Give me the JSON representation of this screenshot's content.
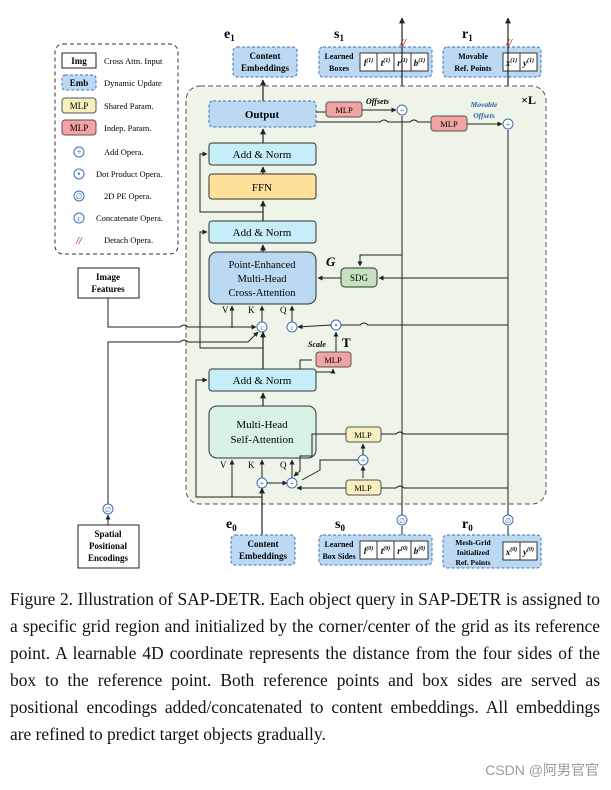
{
  "legend": {
    "items": [
      {
        "sym": "Img",
        "label": "Cross Attn. Input"
      },
      {
        "sym": "Emb",
        "label": "Dynamic Update"
      },
      {
        "sym": "MLP",
        "label": "Shared Param."
      },
      {
        "sym": "MLP",
        "label": "Indep. Param."
      },
      {
        "sym": "+",
        "label": "Add Opera."
      },
      {
        "sym": "•",
        "label": "Dot Product Opera."
      },
      {
        "sym": "∅",
        "label": "2D PE Opera."
      },
      {
        "sym": "c",
        "label": "Concatenate Opera."
      },
      {
        "sym": "//",
        "label": "Detach Opera."
      }
    ]
  },
  "colors": {
    "layer_bg": "#eef4e8",
    "cyan_box": "#c6eef8",
    "ffn_box": "#ffe199",
    "emb_box": "#bcd9f3",
    "mlp_shared": "#f7efbe",
    "mlp_indep": "#f2a3a3",
    "sdg_box": "#c6e1bd",
    "attn_box": "#d8f3e3"
  },
  "diagram": {
    "top": {
      "e1": "e",
      "e1_sub": "1",
      "s1": "s",
      "s1_sub": "1",
      "r1": "r",
      "r1_sub": "1",
      "content_embeddings_line1": "Content",
      "content_embeddings_line2": "Embeddings",
      "learned_boxes_line1": "Learned",
      "learned_boxes_line2": "Boxes",
      "movable_ref_line1": "Movable",
      "movable_ref_line2": "Ref. Points",
      "s1_cells": [
        "l",
        "t",
        "r",
        "b"
      ],
      "r1_cells": [
        "x",
        "y"
      ],
      "sup1": "(1)"
    },
    "layer": {
      "repeat": "×L",
      "output": "Output",
      "offsets": "Offsets",
      "movable_offsets_line1": "Movable",
      "movable_offsets_line2": "Offsets",
      "mlp": "MLP",
      "add_norm": "Add & Norm",
      "ffn": "FFN",
      "cross_attn_line1": "Point-Enhanced",
      "cross_attn_line2": "Multi-Head",
      "cross_attn_line3": "Cross-Attention",
      "g_label": "G",
      "sdg": "SDG",
      "scale": "Scale",
      "t_label": "T",
      "self_attn_line1": "Multi-Head",
      "self_attn_line2": "Self-Attention",
      "v": "V",
      "k": "K",
      "q": "Q"
    },
    "left": {
      "image_features_line1": "Image",
      "image_features_line2": "Features",
      "spe_line1": "Spatial",
      "spe_line2": "Positional",
      "spe_line3": "Encodings"
    },
    "bottom": {
      "e0": "e",
      "e0_sub": "0",
      "s0": "s",
      "s0_sub": "0",
      "r0": "r",
      "r0_sub": "0",
      "content_embeddings_line1": "Content",
      "content_embeddings_line2": "Embeddings",
      "learned_sides_line1": "Learned",
      "learned_sides_line2": "Box Sides",
      "mesh_line1": "Mesh-Grid",
      "mesh_line2": "Initialized",
      "mesh_line3": "Ref. Points",
      "s0_cells": [
        "l",
        "t",
        "r",
        "b"
      ],
      "r0_cells": [
        "x",
        "y"
      ],
      "sup0": "(0)"
    }
  },
  "caption": "Figure 2. Illustration of SAP-DETR. Each object query in SAP-DETR is assigned to a specific grid region and initialized by the corner/center of the grid as its reference point. A learnable 4D coordinate represents the distance from the four sides of the box to the reference point. Both reference points and box sides are served as positional encodings added/concatenated to content embeddings. All embeddings are refined to predict target objects gradually.",
  "watermark": "CSDN @阿男官官"
}
